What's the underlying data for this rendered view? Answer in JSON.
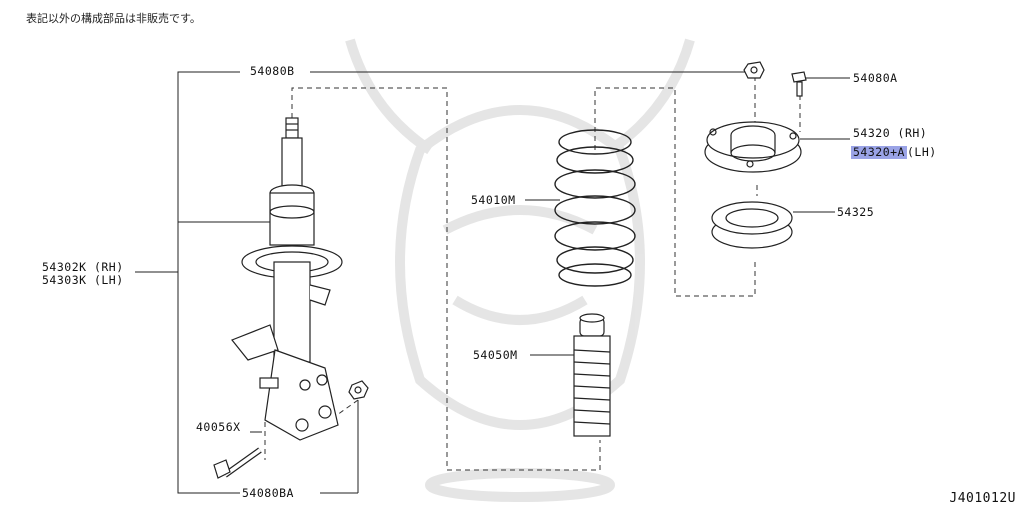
{
  "note": "表記以外の構成部品は非販売です。",
  "diagram_id": "J401012U",
  "watermark": "samurai-helmet-watermark",
  "labels": {
    "p54080b": "54080B",
    "p54080a": "54080A",
    "p54320": "54320 (RH)",
    "p54320a_code": "54320+A",
    "p54320a_side": "(LH)",
    "p54010m": "54010M",
    "p54325": "54325",
    "p54302k": "54302K (RH)",
    "p54303k": "54303K (LH)",
    "p54050m": "54050M",
    "p40056x": "40056X",
    "p54080ba": "54080BA"
  },
  "highlight_color": "#9aa3e6"
}
